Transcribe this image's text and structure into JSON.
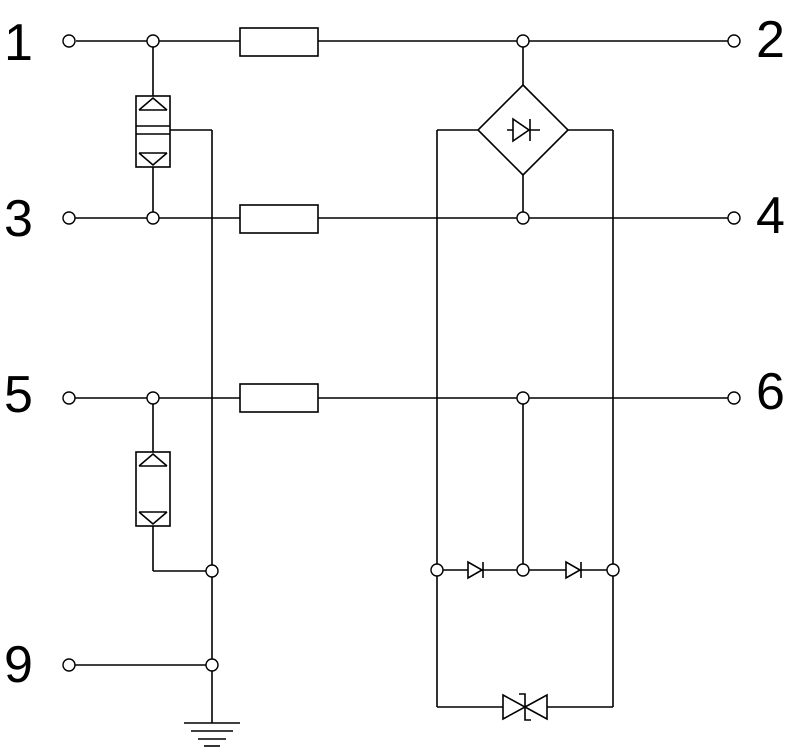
{
  "terminals": [
    {
      "id": "t1",
      "label": "1"
    },
    {
      "id": "t2",
      "label": "2"
    },
    {
      "id": "t3",
      "label": "3"
    },
    {
      "id": "t4",
      "label": "4"
    },
    {
      "id": "t5",
      "label": "5"
    },
    {
      "id": "t6",
      "label": "6"
    },
    {
      "id": "t9",
      "label": "9"
    }
  ]
}
